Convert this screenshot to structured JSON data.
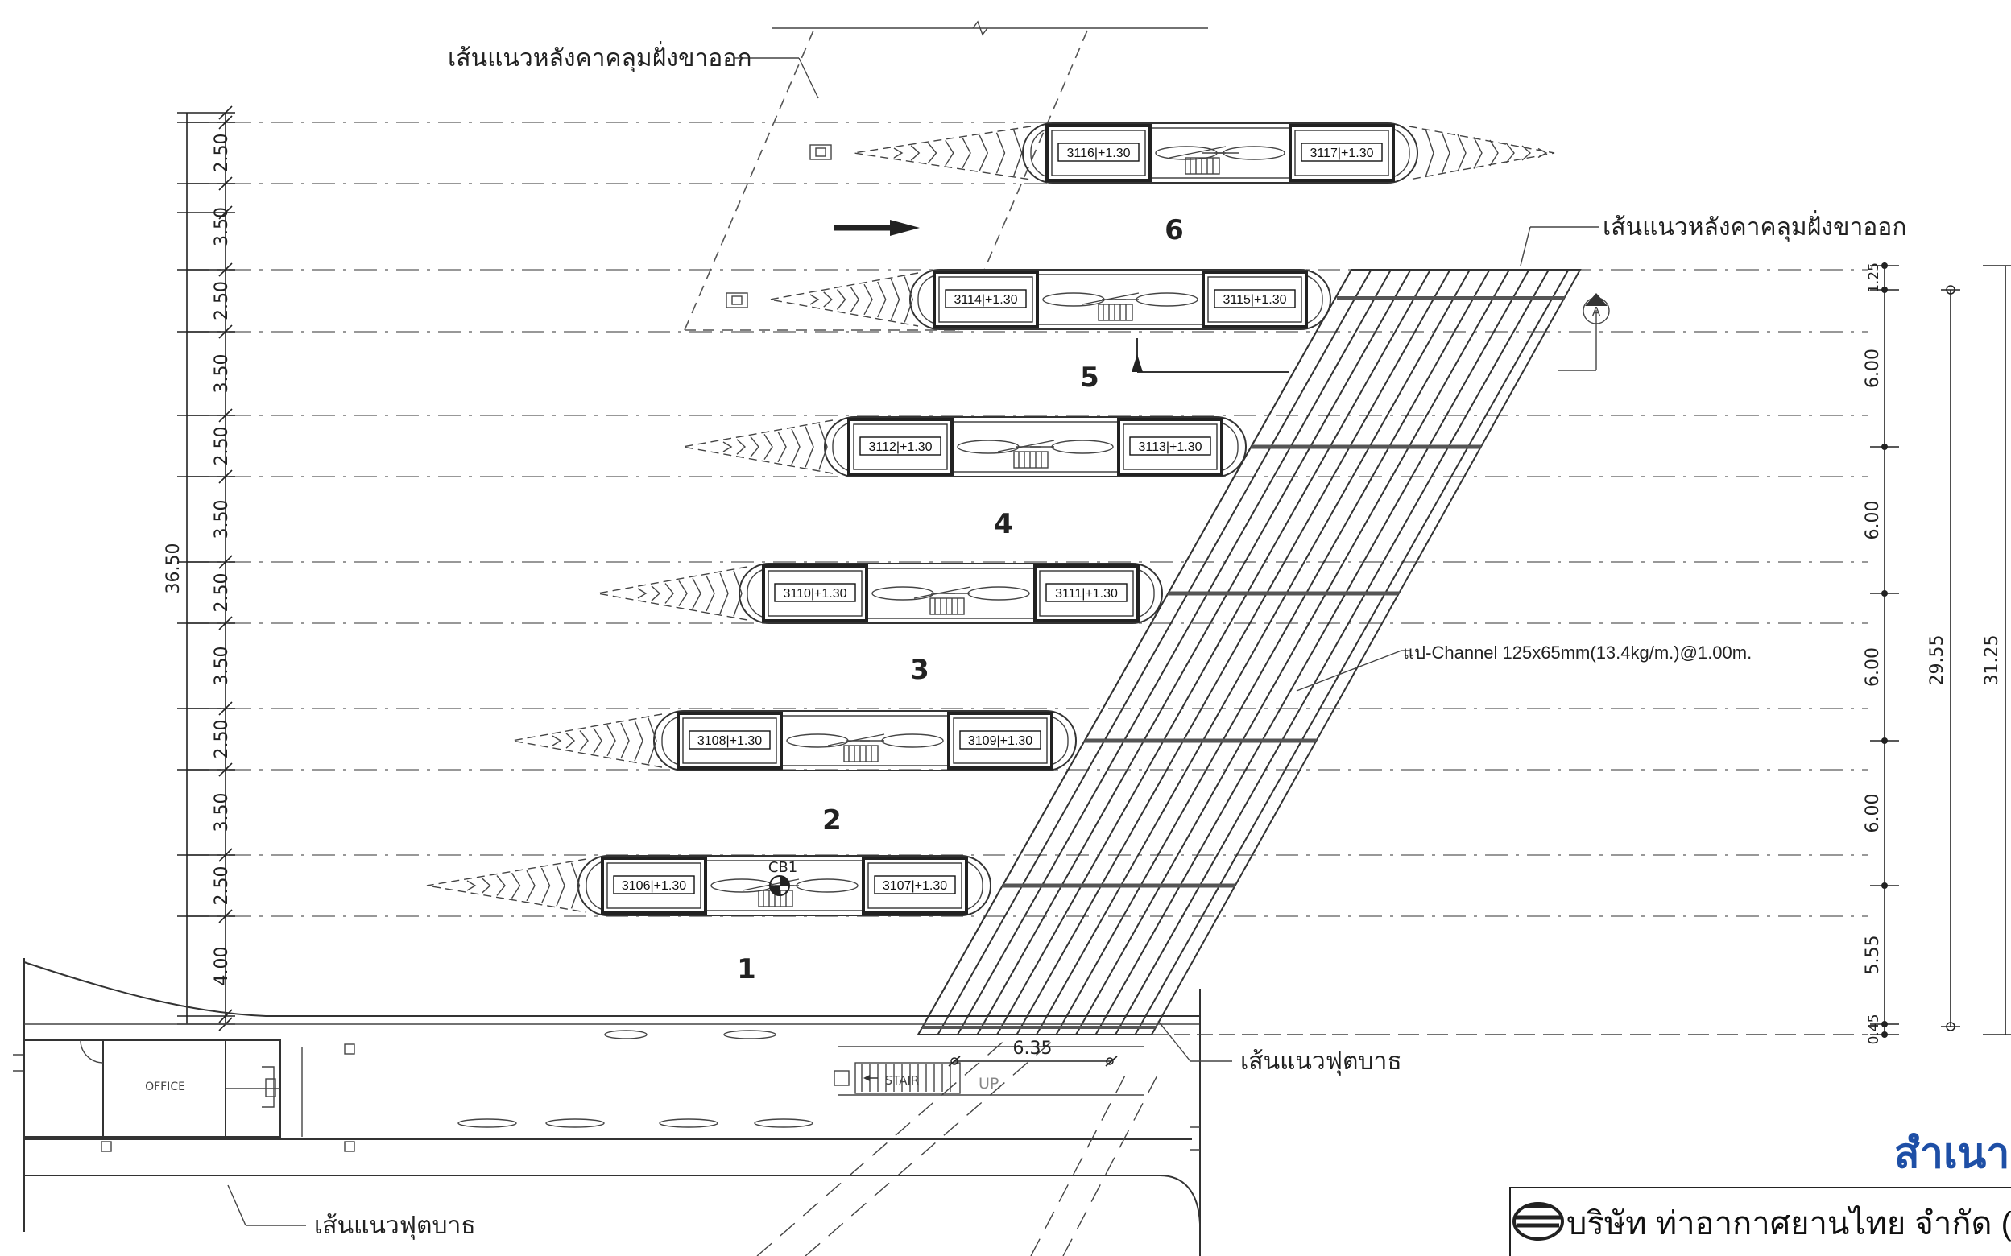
{
  "labels": {
    "canopy_top": "เส้นแนวหลังคาคลุมฝั่งขาออก",
    "canopy_right": "เส้นแนวหลังคาคลุมฝั่งขาออก",
    "purlin": "แป-Channel  125x65mm(13.4kg/m.)@1.00m.",
    "footpath_right": "เส้นแนวฟุตบาธ",
    "footpath_bottom": "เส้นแนวฟุตบาธ",
    "office": "OFFICE",
    "stair": "STAIR",
    "up": "UP.",
    "cb": "CB1",
    "section_mark": "A",
    "span_dim": "6.35",
    "stamp_title": "สำเนาถู",
    "company": "บริษัท ท่าอากาศยานไทย จำกัด ("
  },
  "left_dims": {
    "total": "36.50",
    "segments": [
      "2.50",
      "3.50",
      "2.50",
      "3.50",
      "2.50",
      "3.50",
      "2.50",
      "3.50",
      "2.50",
      "3.50",
      "2.50",
      "4.00"
    ]
  },
  "right_dims": {
    "segments": [
      "1.25",
      "6.00",
      "6.00",
      "6.00",
      "6.00",
      "5.55",
      "0.45"
    ],
    "total_a": "29.55",
    "total_b": "31.25"
  },
  "lanes": [
    {
      "number": "1",
      "booth_left": "3106|+1.30",
      "booth_right": "3107|+1.30"
    },
    {
      "number": "2",
      "booth_left": "3108|+1.30",
      "booth_right": "3109|+1.30"
    },
    {
      "number": "3",
      "booth_left": "3110|+1.30",
      "booth_right": "3111|+1.30"
    },
    {
      "number": "4",
      "booth_left": "3112|+1.30",
      "booth_right": "3113|+1.30"
    },
    {
      "number": "5",
      "booth_left": "3114|+1.30",
      "booth_right": "3115|+1.30"
    },
    {
      "number": "6",
      "booth_left": "3116|+1.30",
      "booth_right": "3117|+1.30"
    }
  ]
}
